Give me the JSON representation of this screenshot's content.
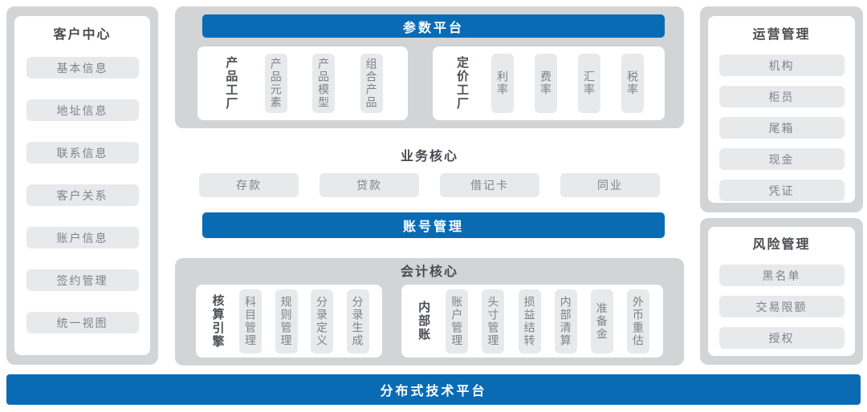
{
  "colors": {
    "accent_blue": "#0a6bb5",
    "panel_gray": "#d2d4d6",
    "chip_gray": "#e8e9eb"
  },
  "customer_center": {
    "title": "客户中心",
    "items": [
      "基本信息",
      "地址信息",
      "联系信息",
      "客户关系",
      "账户信息",
      "签约管理",
      "统一视图"
    ]
  },
  "param_platform": {
    "title": "参数平台",
    "groups": [
      {
        "label": "产品工厂",
        "chips": [
          "产品元素",
          "产品模型",
          "组合产品"
        ]
      },
      {
        "label": "定价工厂",
        "chips": [
          "利率",
          "费率",
          "汇率",
          "税率"
        ]
      }
    ]
  },
  "business_core": {
    "title": "业务核心",
    "items": [
      "存款",
      "贷款",
      "借记卡",
      "同业"
    ]
  },
  "account_mgmt": {
    "title": "账号管理"
  },
  "accounting_core": {
    "title": "会计核心",
    "groups": [
      {
        "label": "核算引擎",
        "chips": [
          "科目管理",
          "规则管理",
          "分录定义",
          "分录生成"
        ]
      },
      {
        "label": "内部账",
        "chips": [
          "账户管理",
          "头寸管理",
          "损益结转",
          "内部清算",
          "准备金",
          "外币重估"
        ]
      }
    ]
  },
  "operations": {
    "title": "运营管理",
    "items": [
      "机构",
      "柜员",
      "尾箱",
      "现金",
      "凭证"
    ]
  },
  "risk": {
    "title": "风险管理",
    "items": [
      "黑名单",
      "交易限额",
      "授权"
    ]
  },
  "bottom_bar": {
    "title": "分布式技术平台"
  }
}
